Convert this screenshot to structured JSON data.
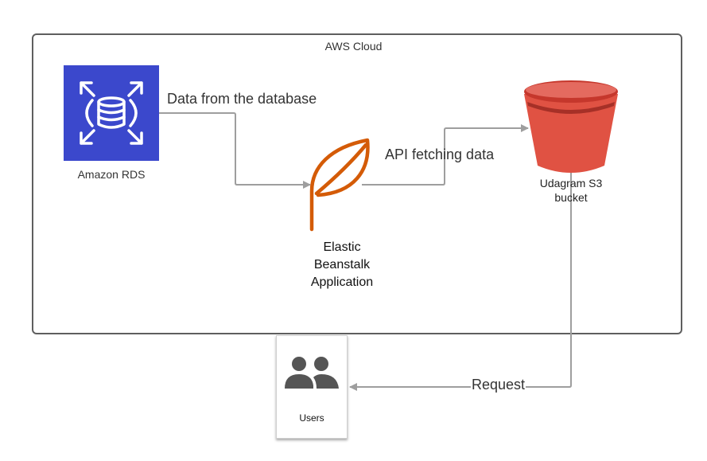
{
  "cloud": {
    "title": "AWS Cloud"
  },
  "rds": {
    "label": "Amazon RDS",
    "icon": "database-icon",
    "color": "#3b48cc"
  },
  "beanstalk": {
    "label_lines": [
      "Elastic",
      "Beanstalk",
      "Application"
    ],
    "icon": "leaf-icon",
    "color": "#d45b07"
  },
  "s3": {
    "label_lines": [
      "Udagram S3",
      "bucket"
    ],
    "icon": "bucket-icon",
    "color": "#e05243"
  },
  "users": {
    "label": "Users",
    "icon": "users-icon"
  },
  "edges": {
    "rds_to_beanstalk": "Data from the database",
    "beanstalk_to_s3": "API fetching data",
    "s3_to_users": "Request"
  }
}
